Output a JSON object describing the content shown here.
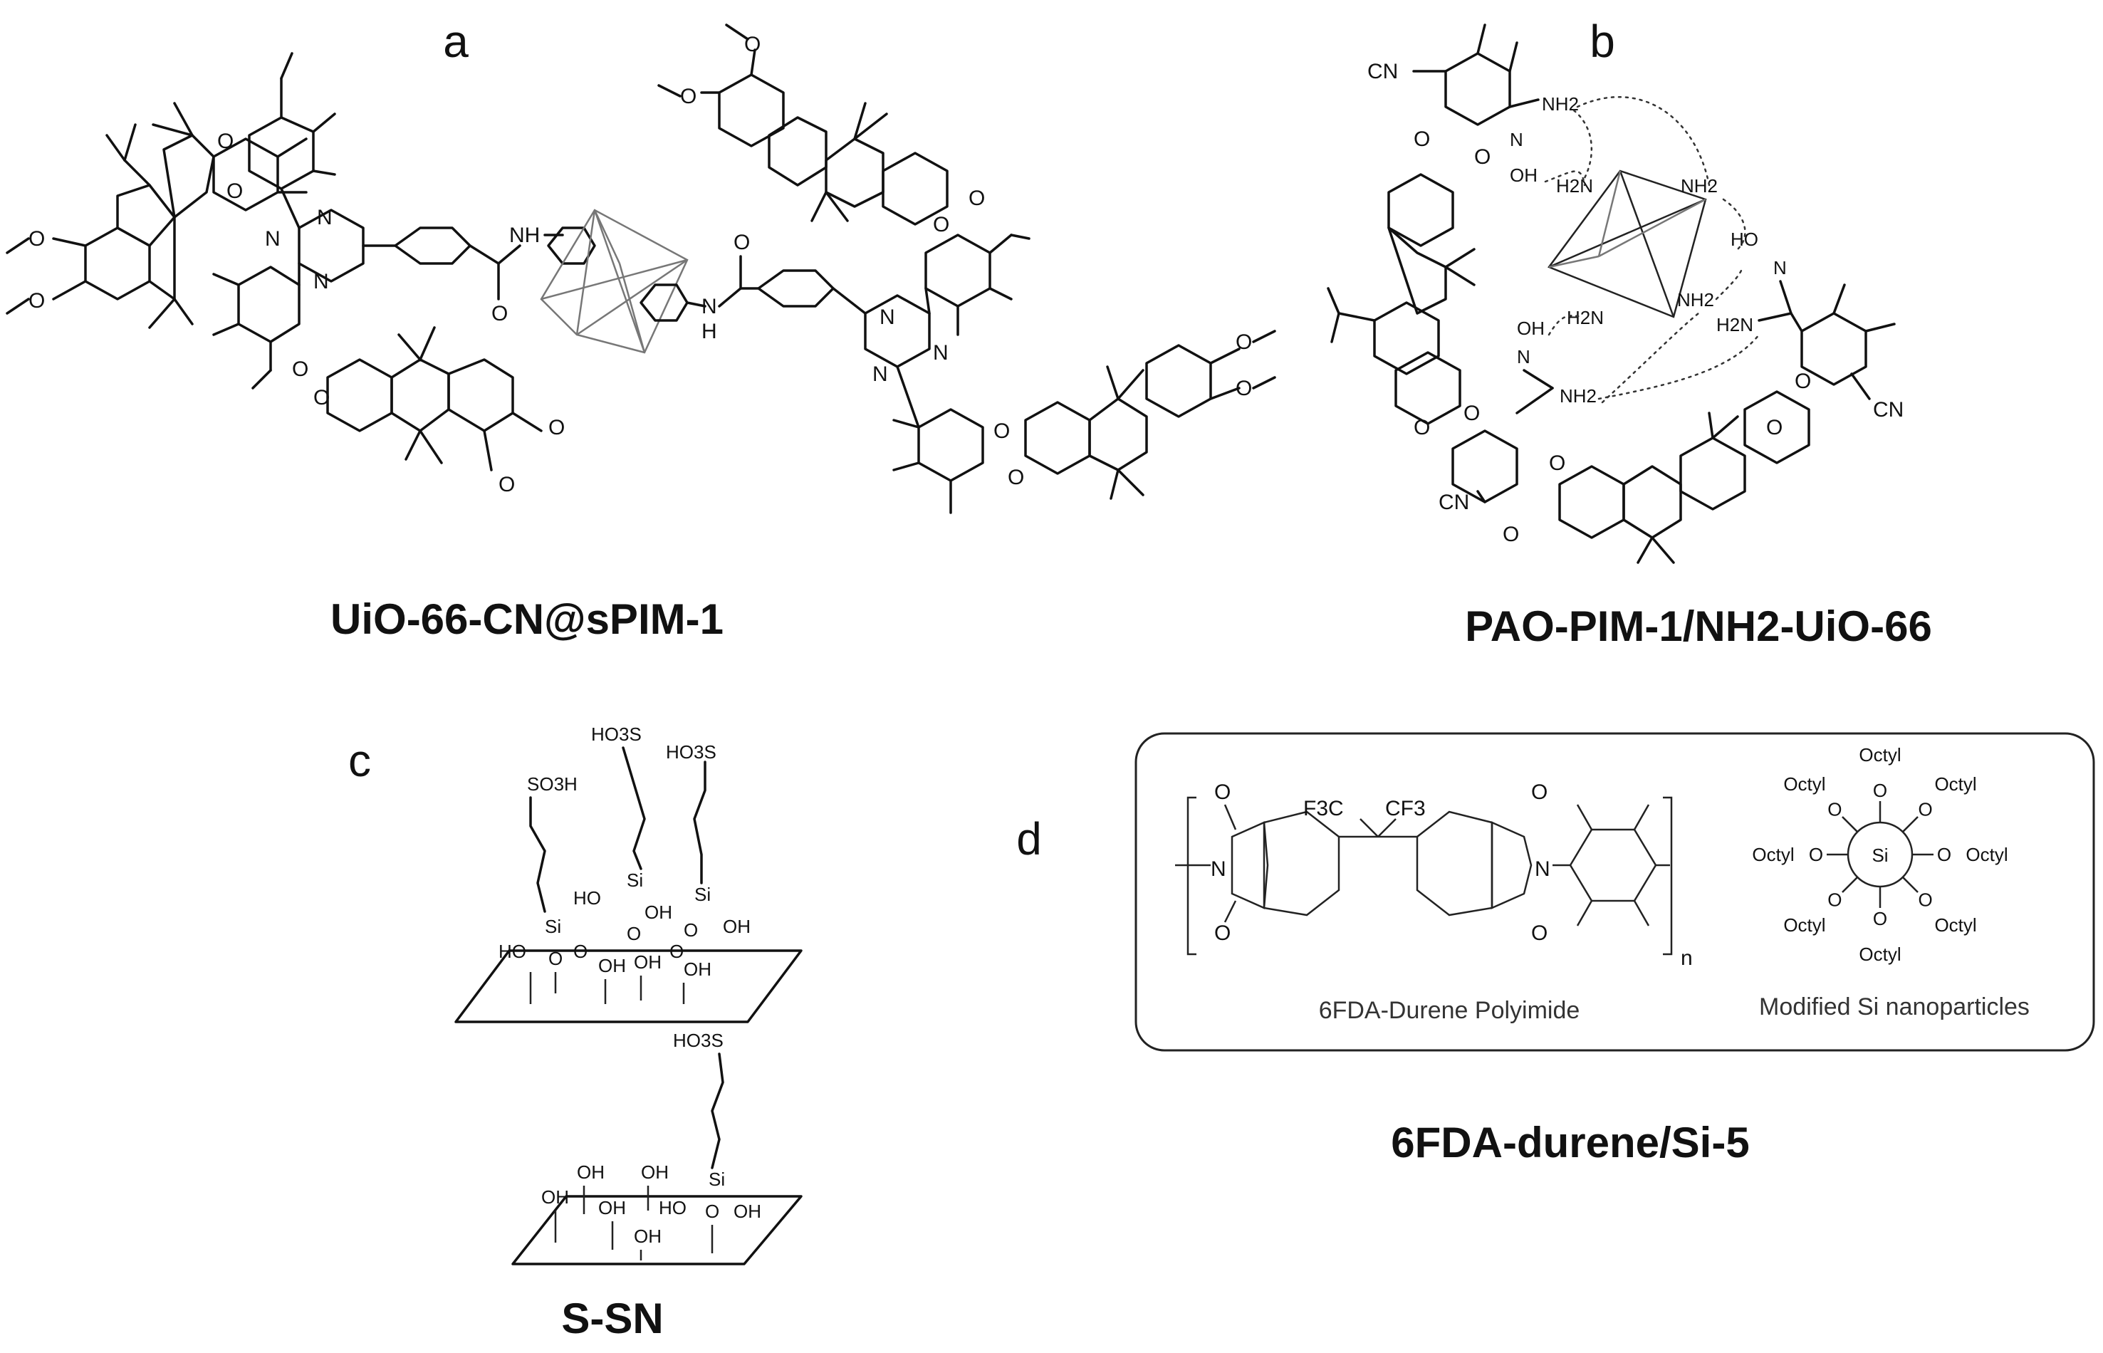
{
  "panels": {
    "a": {
      "letter": "a",
      "caption": "UiO-66-CN@sPIM-1"
    },
    "b": {
      "letter": "b",
      "caption": "PAO-PIM-1/NH2-UiO-66"
    },
    "c": {
      "letter": "c",
      "caption": "S-SN"
    },
    "d": {
      "letter": "d",
      "caption": "6FDA-durene/Si-5",
      "polymer_label": "6FDA-Durene Polyimide",
      "particle_label": "Modified Si nanoparticles",
      "repeat_subscript": "n",
      "core_label": "Si",
      "ligand_label": "Octyl"
    }
  },
  "atom_labels": {
    "O": "O",
    "N": "N",
    "NH": "NH",
    "H": "H",
    "CN": "CN",
    "NH2": "NH2",
    "H2N": "H2N",
    "OH": "OH",
    "HO": "HO",
    "SO3H": "SO3H",
    "HO3S": "HO3S",
    "Si": "Si",
    "F3C": "F3C",
    "CF3": "CF3"
  }
}
